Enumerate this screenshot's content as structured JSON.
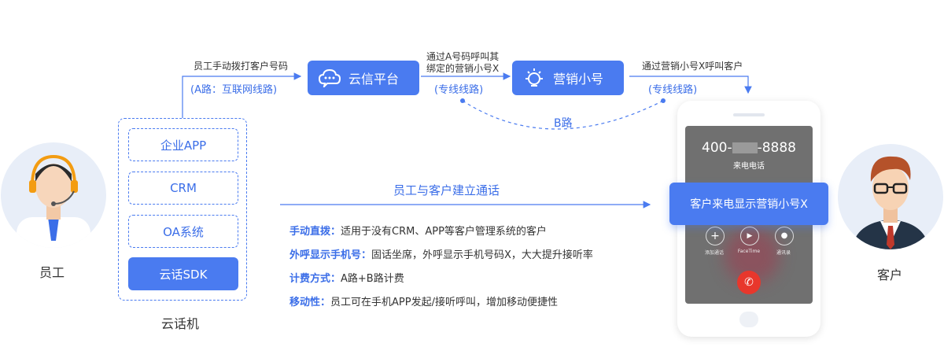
{
  "employee": {
    "label": "员工"
  },
  "customer": {
    "label": "客户"
  },
  "cloud_phone": {
    "label": "云话机",
    "options": [
      "企业APP",
      "CRM",
      "OA系统",
      "云话SDK"
    ]
  },
  "route_a": {
    "label": "员工手动拨打客户号码",
    "sub": "(A路：互联网线路)"
  },
  "cloud_platform": {
    "label": "云信平台",
    "icon": "chat-cloud-icon"
  },
  "route_b_step": {
    "line1": "通过A号码呼叫其",
    "line2": "绑定的营销小号X",
    "sub": "(专线线路)"
  },
  "marketing_number": {
    "label": "营销小号",
    "icon": "lightbulb-icon"
  },
  "route_c": {
    "label": "通过营销小号X呼叫客户",
    "sub": "(专线线路)"
  },
  "b_route": {
    "label": "B路"
  },
  "call_established": {
    "label": "员工与客户建立通话"
  },
  "features": [
    {
      "title": "手动直拨：",
      "text": "适用于没有CRM、APP等客户管理系统的客户"
    },
    {
      "title": "外呼显示手机号：",
      "text": "固话坐席，外呼显示手机号码X，大大提升接听率"
    },
    {
      "title": "计费方式：",
      "text": "A路+B路计费"
    },
    {
      "title": "移动性：",
      "text": "员工可在手机APP发起/接听呼叫，增加移动便捷性"
    }
  ],
  "phone": {
    "number_prefix": "400-",
    "number_suffix": "-8888",
    "incoming_label": "来电电话",
    "popup": "客户来电显示营销小号X",
    "buttons": [
      "添加通话",
      "FaceTime",
      "通讯录"
    ]
  },
  "colors": {
    "accent": "#4a7bf0",
    "text": "#333333",
    "hangup": "#e8372c"
  }
}
